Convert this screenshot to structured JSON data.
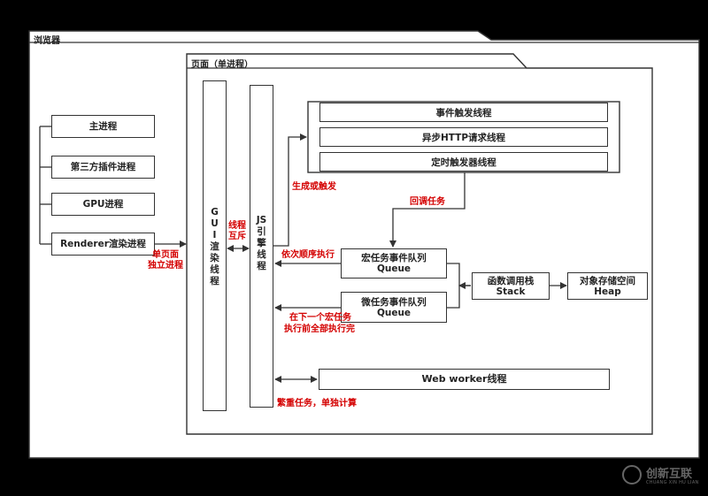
{
  "browser": {
    "title": "浏览器"
  },
  "processes": [
    "主进程",
    "第三方插件进程",
    "GPU进程",
    "Renderer渲染进程"
  ],
  "page": {
    "title": "页面（单进程）"
  },
  "gui_thread": {
    "chars": [
      "G",
      "U",
      "I",
      "渲",
      "染",
      "线",
      "程"
    ]
  },
  "js_thread": {
    "chars": [
      "JS",
      "引",
      "擎",
      "线",
      "程"
    ]
  },
  "thread_group": [
    "事件触发线程",
    "异步HTTP请求线程",
    "定时触发器线程"
  ],
  "macro_queue": {
    "line1": "宏任务事件队列",
    "line2": "Queue"
  },
  "micro_queue": {
    "line1": "微任务事件队列",
    "line2": "Queue"
  },
  "call_stack": {
    "line1": "函数调用栈",
    "line2": "Stack"
  },
  "heap": {
    "line1": "对象存储空间",
    "line2": "Heap"
  },
  "web_worker": "Web worker线程",
  "annotations": {
    "single_page_1": "单页面",
    "single_page_2": "独立进程",
    "mutex_1": "线程",
    "mutex_2": "互斥",
    "generate_trigger": "生成或触发",
    "callback_task": "回调任务",
    "exec_in_order": "依次顺序执行",
    "micro_1": "在下一个宏任务",
    "micro_2": "执行前全部执行完",
    "heavy_task": "繁重任务，单独计算"
  },
  "watermark": {
    "brand": "创新互联",
    "sub": "CHUANG XIN HU LIAN"
  },
  "colors": {
    "background": "#000000",
    "panel": "#ffffff",
    "annotation": "#d40000",
    "stroke": "#333333"
  }
}
